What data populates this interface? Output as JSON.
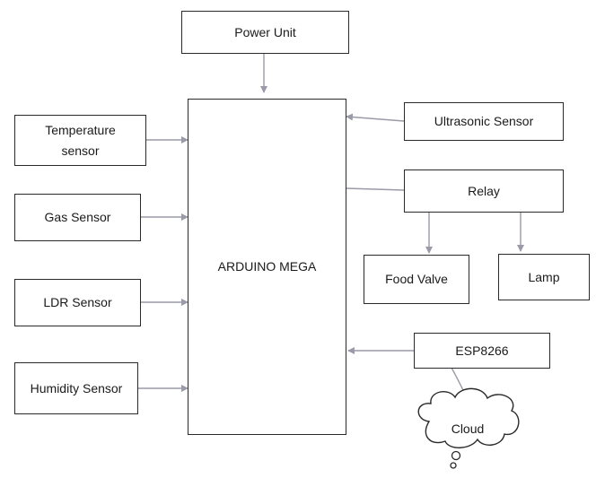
{
  "diagram": {
    "power_unit": "Power Unit",
    "temperature_sensor": "Temperature\nsensor",
    "gas_sensor": "Gas Sensor",
    "ldr_sensor": "LDR Sensor",
    "humidity_sensor": "Humidity Sensor",
    "arduino": "ARDUINO MEGA",
    "ultrasonic_sensor": "Ultrasonic Sensor",
    "relay": "Relay",
    "food_valve": "Food Valve",
    "lamp": "Lamp",
    "esp8266": "ESP8266",
    "cloud": "Cloud"
  },
  "colors": {
    "box_border": "#2a2a2a",
    "arrow": "#9a9aa8",
    "text": "#1a1a1a"
  }
}
